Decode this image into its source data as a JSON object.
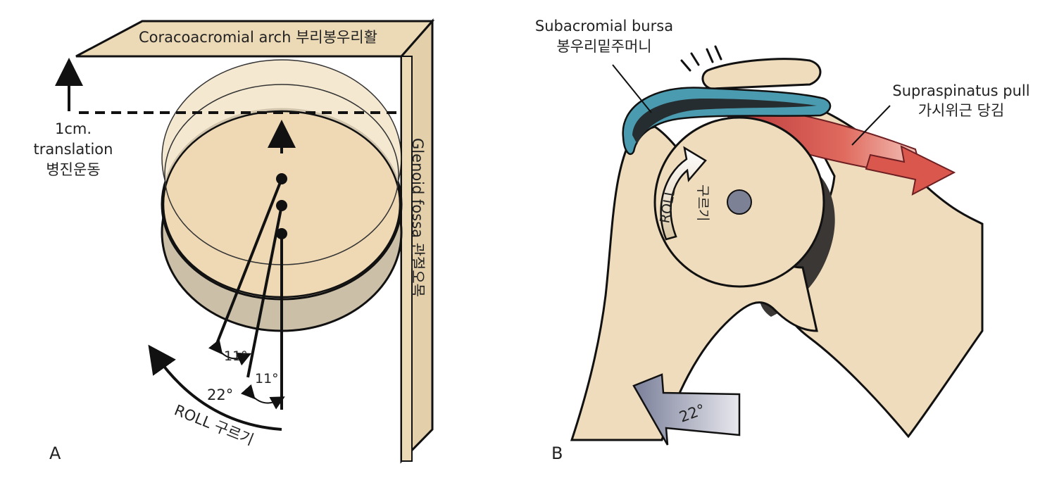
{
  "panel_a": {
    "letter": "A",
    "arch_label": "Coracoacromial arch 부리봉우리활",
    "fossa_label": "Glenoid fossa 관절오목",
    "translation_line1": "1cm.",
    "translation_line2": "translation",
    "translation_line3": "병진운동",
    "angle_upper": "11°",
    "angle_lower": "11°",
    "angle_total": "22°",
    "roll_label": "ROLL 구르기"
  },
  "panel_b": {
    "letter": "B",
    "bursa_line1": "Subacromial bursa",
    "bursa_line2": "봉우리밑주머니",
    "supraspinatus_line1": "Supraspinatus pull",
    "supraspinatus_line2": "가시위근 당김",
    "roll_label_en": "ROLL",
    "roll_label_kr": "구르기",
    "rotation_label": "22°"
  },
  "colors": {
    "bone": "#efdcbc",
    "bone_light": "#f4e6cd",
    "plate": "#ecd9b6",
    "cylinder_side": "#cfc3ad",
    "bursa_outer": "#4a9bb0",
    "bursa_inner": "#2a3336",
    "muscle": "#d9574d",
    "arrow_grey": "#8e92a8",
    "hub": "#7d8196"
  }
}
